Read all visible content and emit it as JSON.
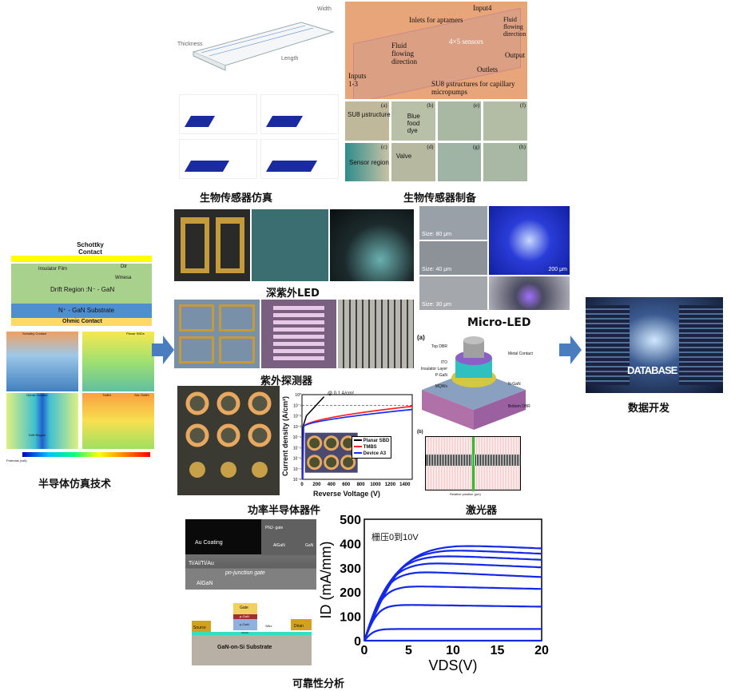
{
  "captions": {
    "bio_sim": "生物传感器仿真",
    "bio_fab": "生物传感器制备",
    "duv_led": "深紫外LED",
    "micro_led": "Micro-LED",
    "semi_sim": "半导体仿真技术",
    "uv_detector": "紫外探测器",
    "power_device": "功率半导体器件",
    "laser": "激光器",
    "database": "数据开发",
    "reliability": "可靠性分析"
  },
  "bio_sim": {
    "thickness": "Thickness",
    "width": "Width",
    "length": "Length"
  },
  "bio_fab": {
    "labels": [
      "Inlets for aptamers",
      "Input4",
      "Fluid flowing direction",
      "Fluid flowing direction",
      "4×5 sensors",
      "Outlets",
      "Output",
      "Inputs 1-3",
      "SU8 μstructures for capillary micropumps"
    ],
    "sub": [
      "SU8 μstructure",
      "Blue food dye",
      "Sensor region",
      "Valve"
    ],
    "letters": [
      "(a)",
      "(b)",
      "(c)",
      "(d)",
      "(e)",
      "(f)",
      "(g)",
      "(h)"
    ]
  },
  "semi": {
    "schottky": "Schottky Contact",
    "insulator": "Insulator Film",
    "drift": "Drift Region :N⁻ - GaN",
    "substrate": "N⁺ - GaN Substrate",
    "ohmic": "Ohmic Contact",
    "dtr": "Dtr",
    "wmesa": "Wmesa",
    "sub_titles": [
      "Schottky Contact",
      "Planar SBDs",
      "Ohmic Contact",
      "TMBS",
      "SW-TMBS"
    ],
    "drift_small": "Drift Region",
    "potential": "Potential (volt)"
  },
  "micro_led": {
    "sizes": [
      "Size: 80 μm",
      "Size: 40 μm",
      "Size: 30 μm"
    ],
    "scale": "200 μm"
  },
  "laser": {
    "tag_a": "(a)",
    "tag_b": "(b)",
    "layers": [
      "Top DBR",
      "ITO",
      "Insulator Layer",
      "P-GaN",
      "MQWs"
    ],
    "right": [
      "Metal Contact",
      "N-GaN",
      "Bottom DBR"
    ],
    "xlabel": "Relative position (μm)"
  },
  "power": {
    "ylabel": "Current density (A/cm²)",
    "xlabel": "Reverse Voltage (V)",
    "annotation": "@ 0.1 A/cm²",
    "legend": [
      "Planar SBD",
      "TMBS",
      "Device A3"
    ],
    "colors": [
      "#000000",
      "#ff2020",
      "#1030ff"
    ],
    "xticks": [
      "0",
      "200",
      "400",
      "600",
      "800",
      "1000",
      "1200",
      "1400"
    ],
    "yticks": [
      "10⁰",
      "10⁻¹",
      "10⁻²",
      "10⁻³",
      "10⁻⁴",
      "10⁻⁵",
      "10⁻⁶",
      "10⁻⁷",
      "10⁻⁸"
    ]
  },
  "database": {
    "logo": "DATABASE"
  },
  "reliability": {
    "sem": [
      "Au Coating",
      "Ti/Al/Ti/Au",
      "pn-junction gate",
      "AlGaN",
      "PNJ- gate",
      "AlGaN",
      "GaN"
    ],
    "device": [
      "Gate",
      "p-GaN",
      "p-GaN",
      "Source",
      "Drian",
      "SiNx",
      "AlGaN",
      "GaN-on-Si Substrate"
    ]
  },
  "chart_data": {
    "type": "line",
    "title": "",
    "annotation": "栅压0到10V",
    "xlabel": "VDS(V)",
    "ylabel": "ID (mA/mm)",
    "xlim": [
      0,
      20
    ],
    "ylim": [
      0,
      500
    ],
    "xticks": [
      "0",
      "5",
      "10",
      "15",
      "20"
    ],
    "yticks": [
      "0",
      "100",
      "200",
      "300",
      "400",
      "500"
    ],
    "series_saturation": [
      0,
      48,
      148,
      225,
      285,
      322,
      352,
      376,
      395
    ],
    "series_end": [
      0,
      48,
      140,
      213,
      262,
      302,
      333,
      358,
      380
    ]
  }
}
